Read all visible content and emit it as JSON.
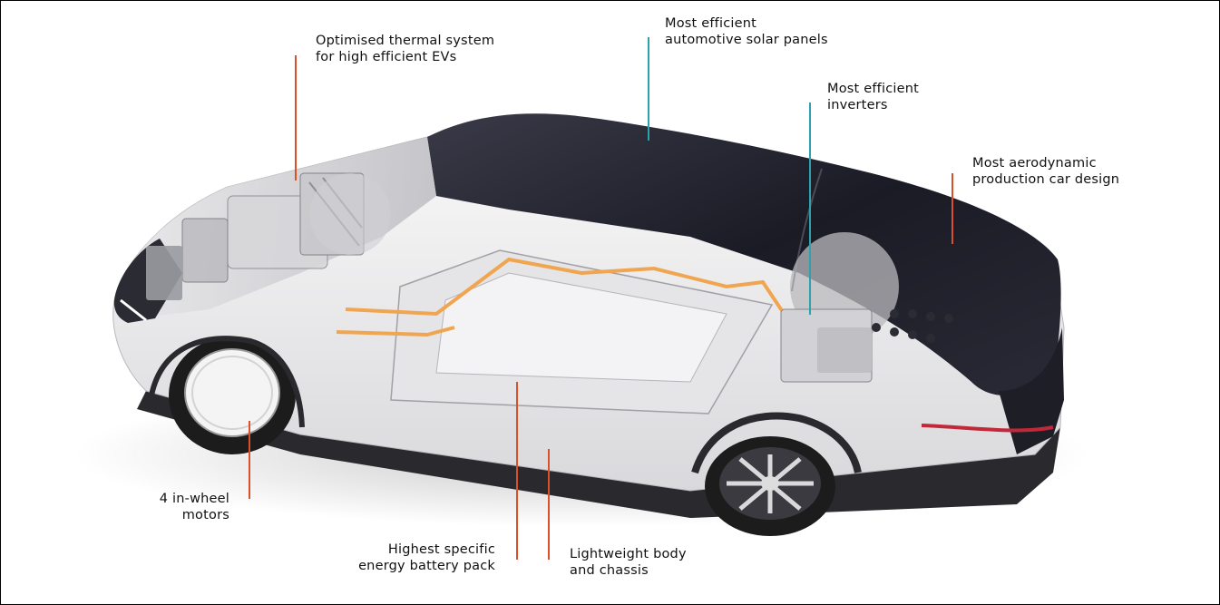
{
  "colors": {
    "orange_leader": "#d9502a",
    "teal_leader": "#2aa3ad",
    "battery_cable": "#f0a550",
    "roof": "#1d1d29",
    "body": "#f1f1f1",
    "tire": "#1c1c1c"
  },
  "callouts": {
    "thermal": {
      "lines": [
        "Optimised thermal system",
        "for high efficient EVs"
      ],
      "leader": "orange"
    },
    "solar": {
      "lines": [
        "Most efficient",
        "automotive solar panels"
      ],
      "leader": "teal"
    },
    "inverters": {
      "lines": [
        "Most efficient",
        "inverters"
      ],
      "leader": "teal"
    },
    "aero": {
      "lines": [
        "Most aerodynamic",
        "production car design"
      ],
      "leader": "orange"
    },
    "motors": {
      "lines": [
        "4 in-wheel",
        "motors"
      ],
      "leader": "orange"
    },
    "battery": {
      "lines": [
        "Highest specific",
        "energy battery pack"
      ],
      "leader": "orange"
    },
    "body": {
      "lines": [
        "Lightweight body",
        "and chassis"
      ],
      "leader": "orange"
    }
  }
}
